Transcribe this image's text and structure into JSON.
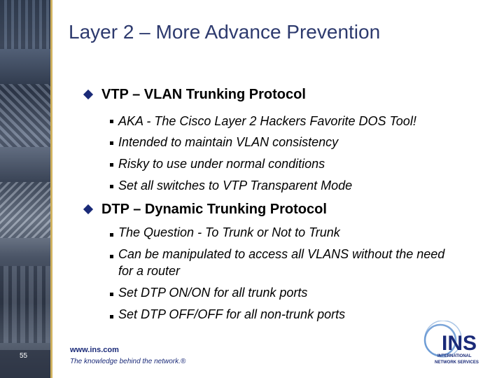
{
  "slide": {
    "title": "Layer 2 – More Advance Prevention",
    "page_number": "55",
    "footer_url": "www.ins.com",
    "footer_tagline": "The knowledge behind the network.®"
  },
  "logo": {
    "name": "INS",
    "line1": "INTERNATIONAL",
    "line2": "NETWORK SERVICES",
    "color": "#1a2a78",
    "accent": "#5a8fd0"
  },
  "bullets": [
    {
      "heading": "VTP – VLAN Trunking Protocol",
      "items": [
        "AKA - The Cisco Layer 2 Hackers Favorite DOS Tool!",
        "Intended to maintain VLAN consistency",
        "Risky to use under normal conditions",
        "Set all switches to VTP Transparent Mode"
      ]
    },
    {
      "heading": "DTP – Dynamic Trunking Protocol",
      "items": [
        "The Question - To Trunk or Not to Trunk",
        "Can be manipulated to access all VLANS without the need for a router",
        "Set DTP ON/ON for all trunk ports",
        "Set DTP OFF/OFF for all non-trunk ports"
      ]
    }
  ],
  "colors": {
    "title": "#2d3a6e",
    "diamond_bullet": "#1a2a78",
    "divider": "#d0b260"
  }
}
